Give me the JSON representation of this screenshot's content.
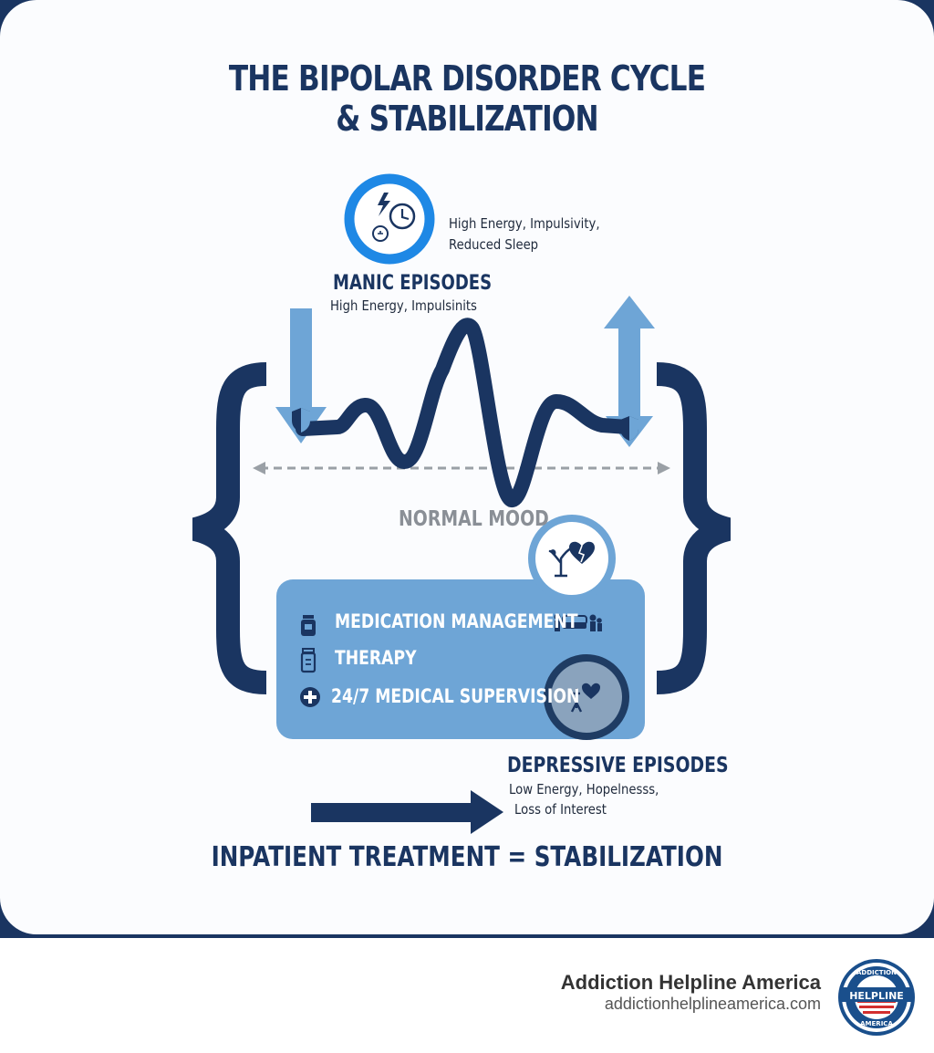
{
  "title": {
    "line1": "THE BIPOLAR DISORDER CYCLE",
    "line2": "& STABILIZATION"
  },
  "manic": {
    "icon_caption_line1": "High Energy, Impulsivity,",
    "icon_caption_line2": "Reduced Sleep",
    "heading": "MANIC EPISODES",
    "subtext": "High Energy, Impulsinits"
  },
  "normal_mood": "NORMAL MOOD",
  "treatment": {
    "items": [
      {
        "label": "MEDICATION MANAGEMENT",
        "icon": "medication-bottle-icon"
      },
      {
        "label": "THERAPY",
        "icon": "prescription-bottle-icon"
      },
      {
        "label": "24/7 MEDICAL SUPERVISION",
        "icon": "medical-cross-icon"
      }
    ]
  },
  "depressive": {
    "heading": "DEPRESSIVE EPISODES",
    "line1": "Low Energy, Hopelnesss,",
    "line2": "Loss of Interest"
  },
  "conclusion": "INPATIENT TREATMENT = STABILIZATION",
  "brand": {
    "name": "Addiction Helpline America",
    "url": "addictionhelplineamerica.com",
    "logo_text": "HELPLINE",
    "logo_ring_top": "ADDICTION",
    "logo_ring_bottom": "AMERICA"
  },
  "colors": {
    "navy": "#1a3561",
    "light_blue": "#6ea5d6",
    "bright_blue": "#1e88e5",
    "gray": "#8a8f96"
  }
}
